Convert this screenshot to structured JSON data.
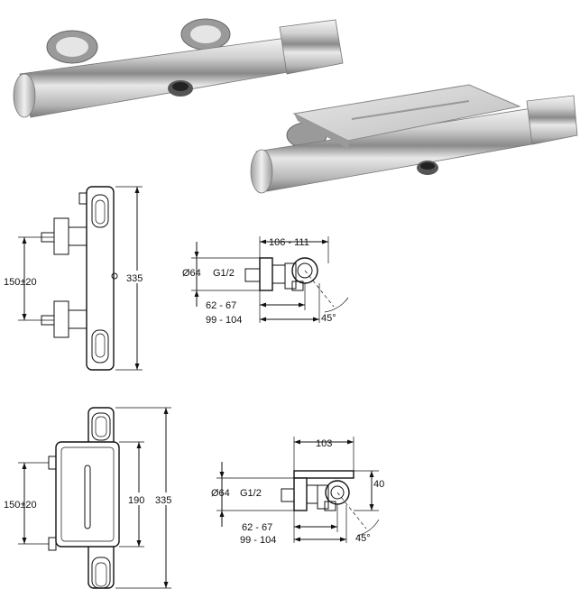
{
  "photos": {
    "top": "chrome-thermostatic-bar-mixer",
    "bottom": "chrome-thermostatic-bar-mixer-with-shelf"
  },
  "drawing1_front": {
    "height": "335",
    "spacing": "150±20"
  },
  "drawing1_side": {
    "width_range": "106 - 111",
    "diameter": "Ø64",
    "thread": "G1/2",
    "depth_a": "62 - 67",
    "depth_b": "99 - 104",
    "angle": "45°"
  },
  "drawing2_front": {
    "height": "335",
    "shelf_height": "190",
    "spacing": "150±20"
  },
  "drawing2_side": {
    "shelf_depth": "103",
    "shelf_thickness": "40",
    "diameter": "Ø64",
    "thread": "G1/2",
    "depth_a": "62 - 67",
    "depth_b": "99 - 104",
    "angle": "45°"
  }
}
